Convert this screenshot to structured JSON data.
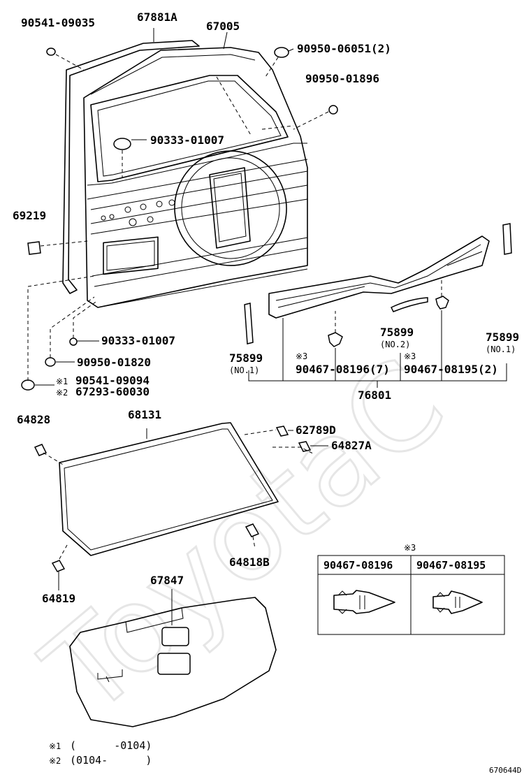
{
  "watermark": "ToyotaC",
  "diagram_id": "670644D",
  "labels": {
    "p90541_09035": "90541-09035",
    "p67881a": "67881A",
    "p67005": "67005",
    "p90950_06051": "90950-06051(2)",
    "p90950_01896": "90950-01896",
    "p90333_01007_a": "90333-01007",
    "p69219": "69219",
    "p90333_01007_b": "90333-01007",
    "p90950_01820": "90950-01820",
    "p90541_09094": "90541-09094",
    "p67293_60030": "67293-60030",
    "mark1": "※1",
    "mark2": "※2",
    "p75899_left": "75899",
    "p75899_left_no": "(NO.1)",
    "p75899_mid": "75899",
    "p75899_mid_no": "(NO.2)",
    "p75899_right": "75899",
    "p75899_right_no": "(NO.1)",
    "mark3_a": "※3",
    "p90467_08196": "90467-08196(7)",
    "mark3_b": "※3",
    "p90467_08195": "90467-08195(2)",
    "p76801": "76801",
    "p64828": "64828",
    "p68131": "68131",
    "p62789d": "62789D",
    "p64827a": "64827A",
    "p64818b": "64818B",
    "p64819": "64819",
    "p67847": "67847"
  },
  "clip_table": {
    "note": "※3",
    "headers": [
      "90467-08196",
      "90467-08195"
    ]
  },
  "footnotes": [
    {
      "mark": "※1",
      "text": "(      -0104)"
    },
    {
      "mark": "※2",
      "text": "(0104-      )"
    }
  ]
}
